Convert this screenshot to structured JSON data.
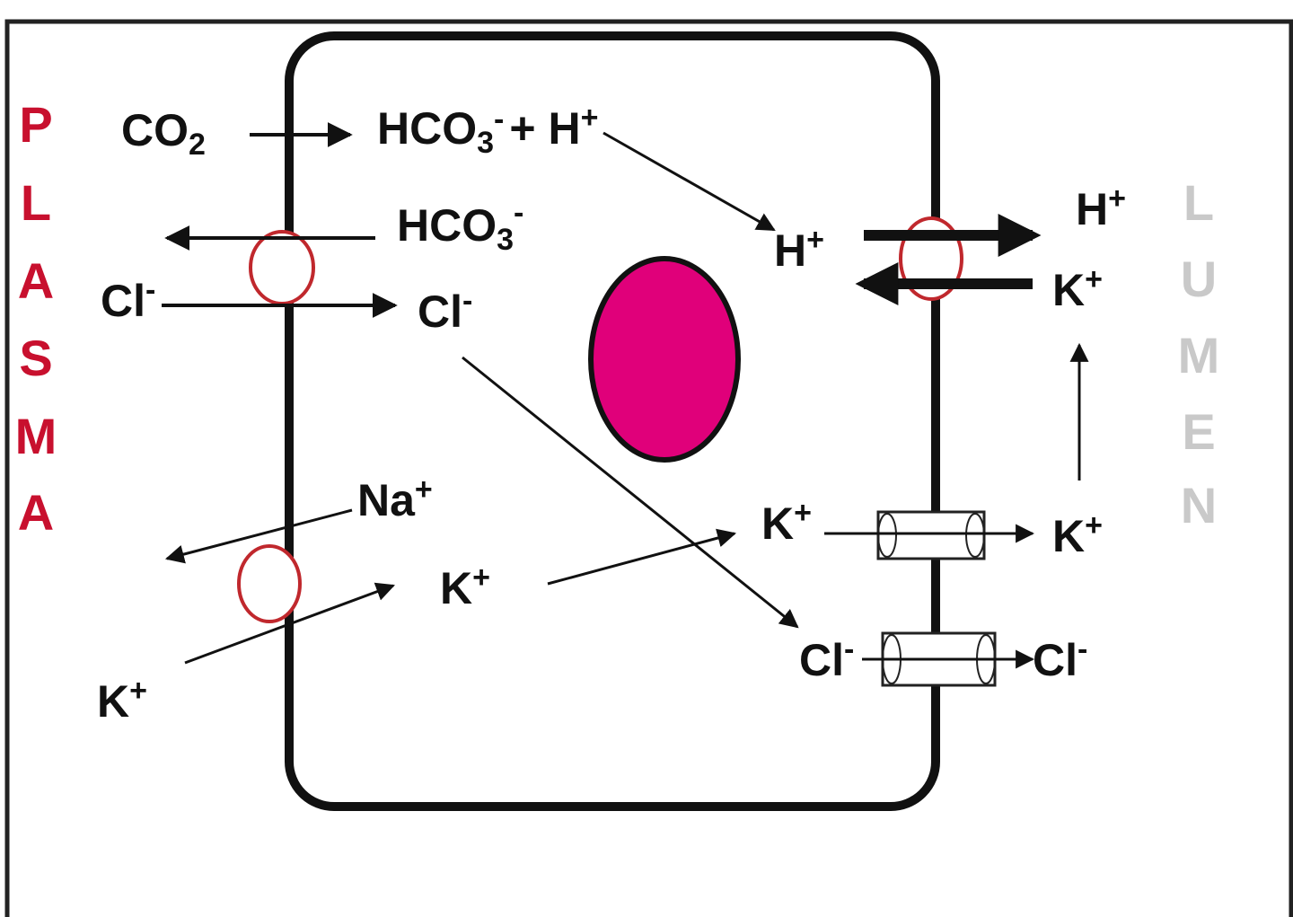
{
  "colors": {
    "plasma_label": "#c8102e",
    "lumen_label": "#c9c9c9",
    "nucleus": "#e0007a",
    "transporter": "#c0282d",
    "ink": "#111111"
  },
  "plasma_label": [
    "P",
    "L",
    "A",
    "S",
    "M",
    "A"
  ],
  "lumen_label": [
    "L",
    "U",
    "M",
    "E",
    "N"
  ],
  "ions": {
    "co2": {
      "base": "CO",
      "sub": "2"
    },
    "hco3_h_a": {
      "base": "HCO",
      "sub": "3",
      "sup": "-",
      "mid": "+ H",
      "sup2": "+"
    },
    "hco3_b": {
      "base": "HCO",
      "sub": "3",
      "sup": "-"
    },
    "cl_plasma": {
      "base": "Cl",
      "sup": "-"
    },
    "cl_cell": {
      "base": "Cl",
      "sup": "-"
    },
    "h_cell": {
      "base": "H",
      "sup": "+"
    },
    "h_lumen": {
      "base": "H",
      "sup": "+"
    },
    "k_lumen_top": {
      "base": "K",
      "sup": "+"
    },
    "na_cell": {
      "base": "Na",
      "sup": "+"
    },
    "k_cell_mid": {
      "base": "K",
      "sup": "+"
    },
    "k_cell_right": {
      "base": "K",
      "sup": "+"
    },
    "k_lumen_mid": {
      "base": "K",
      "sup": "+"
    },
    "k_plasma": {
      "base": "K",
      "sup": "+"
    },
    "cl_cell_bottom": {
      "base": "Cl",
      "sup": "-"
    },
    "cl_lumen": {
      "base": "Cl",
      "sup": "-"
    }
  }
}
